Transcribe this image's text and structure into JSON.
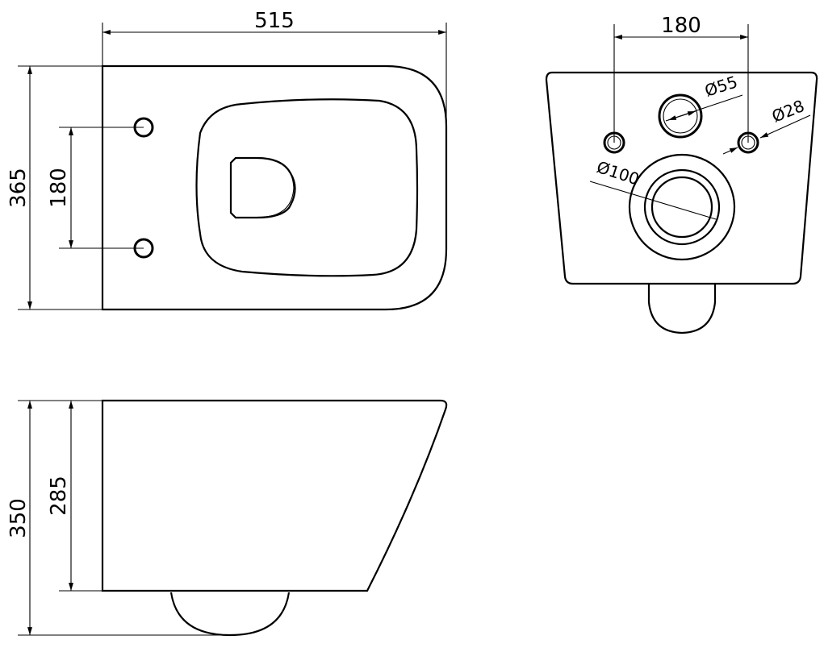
{
  "top_view": {
    "width_label": "515",
    "depth_label": "365",
    "fixing_spacing_label": "180"
  },
  "rear_view": {
    "fixing_spacing_label": "180",
    "inlet_diameter_label": "Ø55",
    "fixing_hole_diameter_label": "Ø28",
    "outlet_diameter_label": "Ø100"
  },
  "side_view": {
    "total_height_label": "350",
    "body_height_label": "285"
  },
  "colors": {
    "line": "#000000",
    "background": "#ffffff"
  }
}
